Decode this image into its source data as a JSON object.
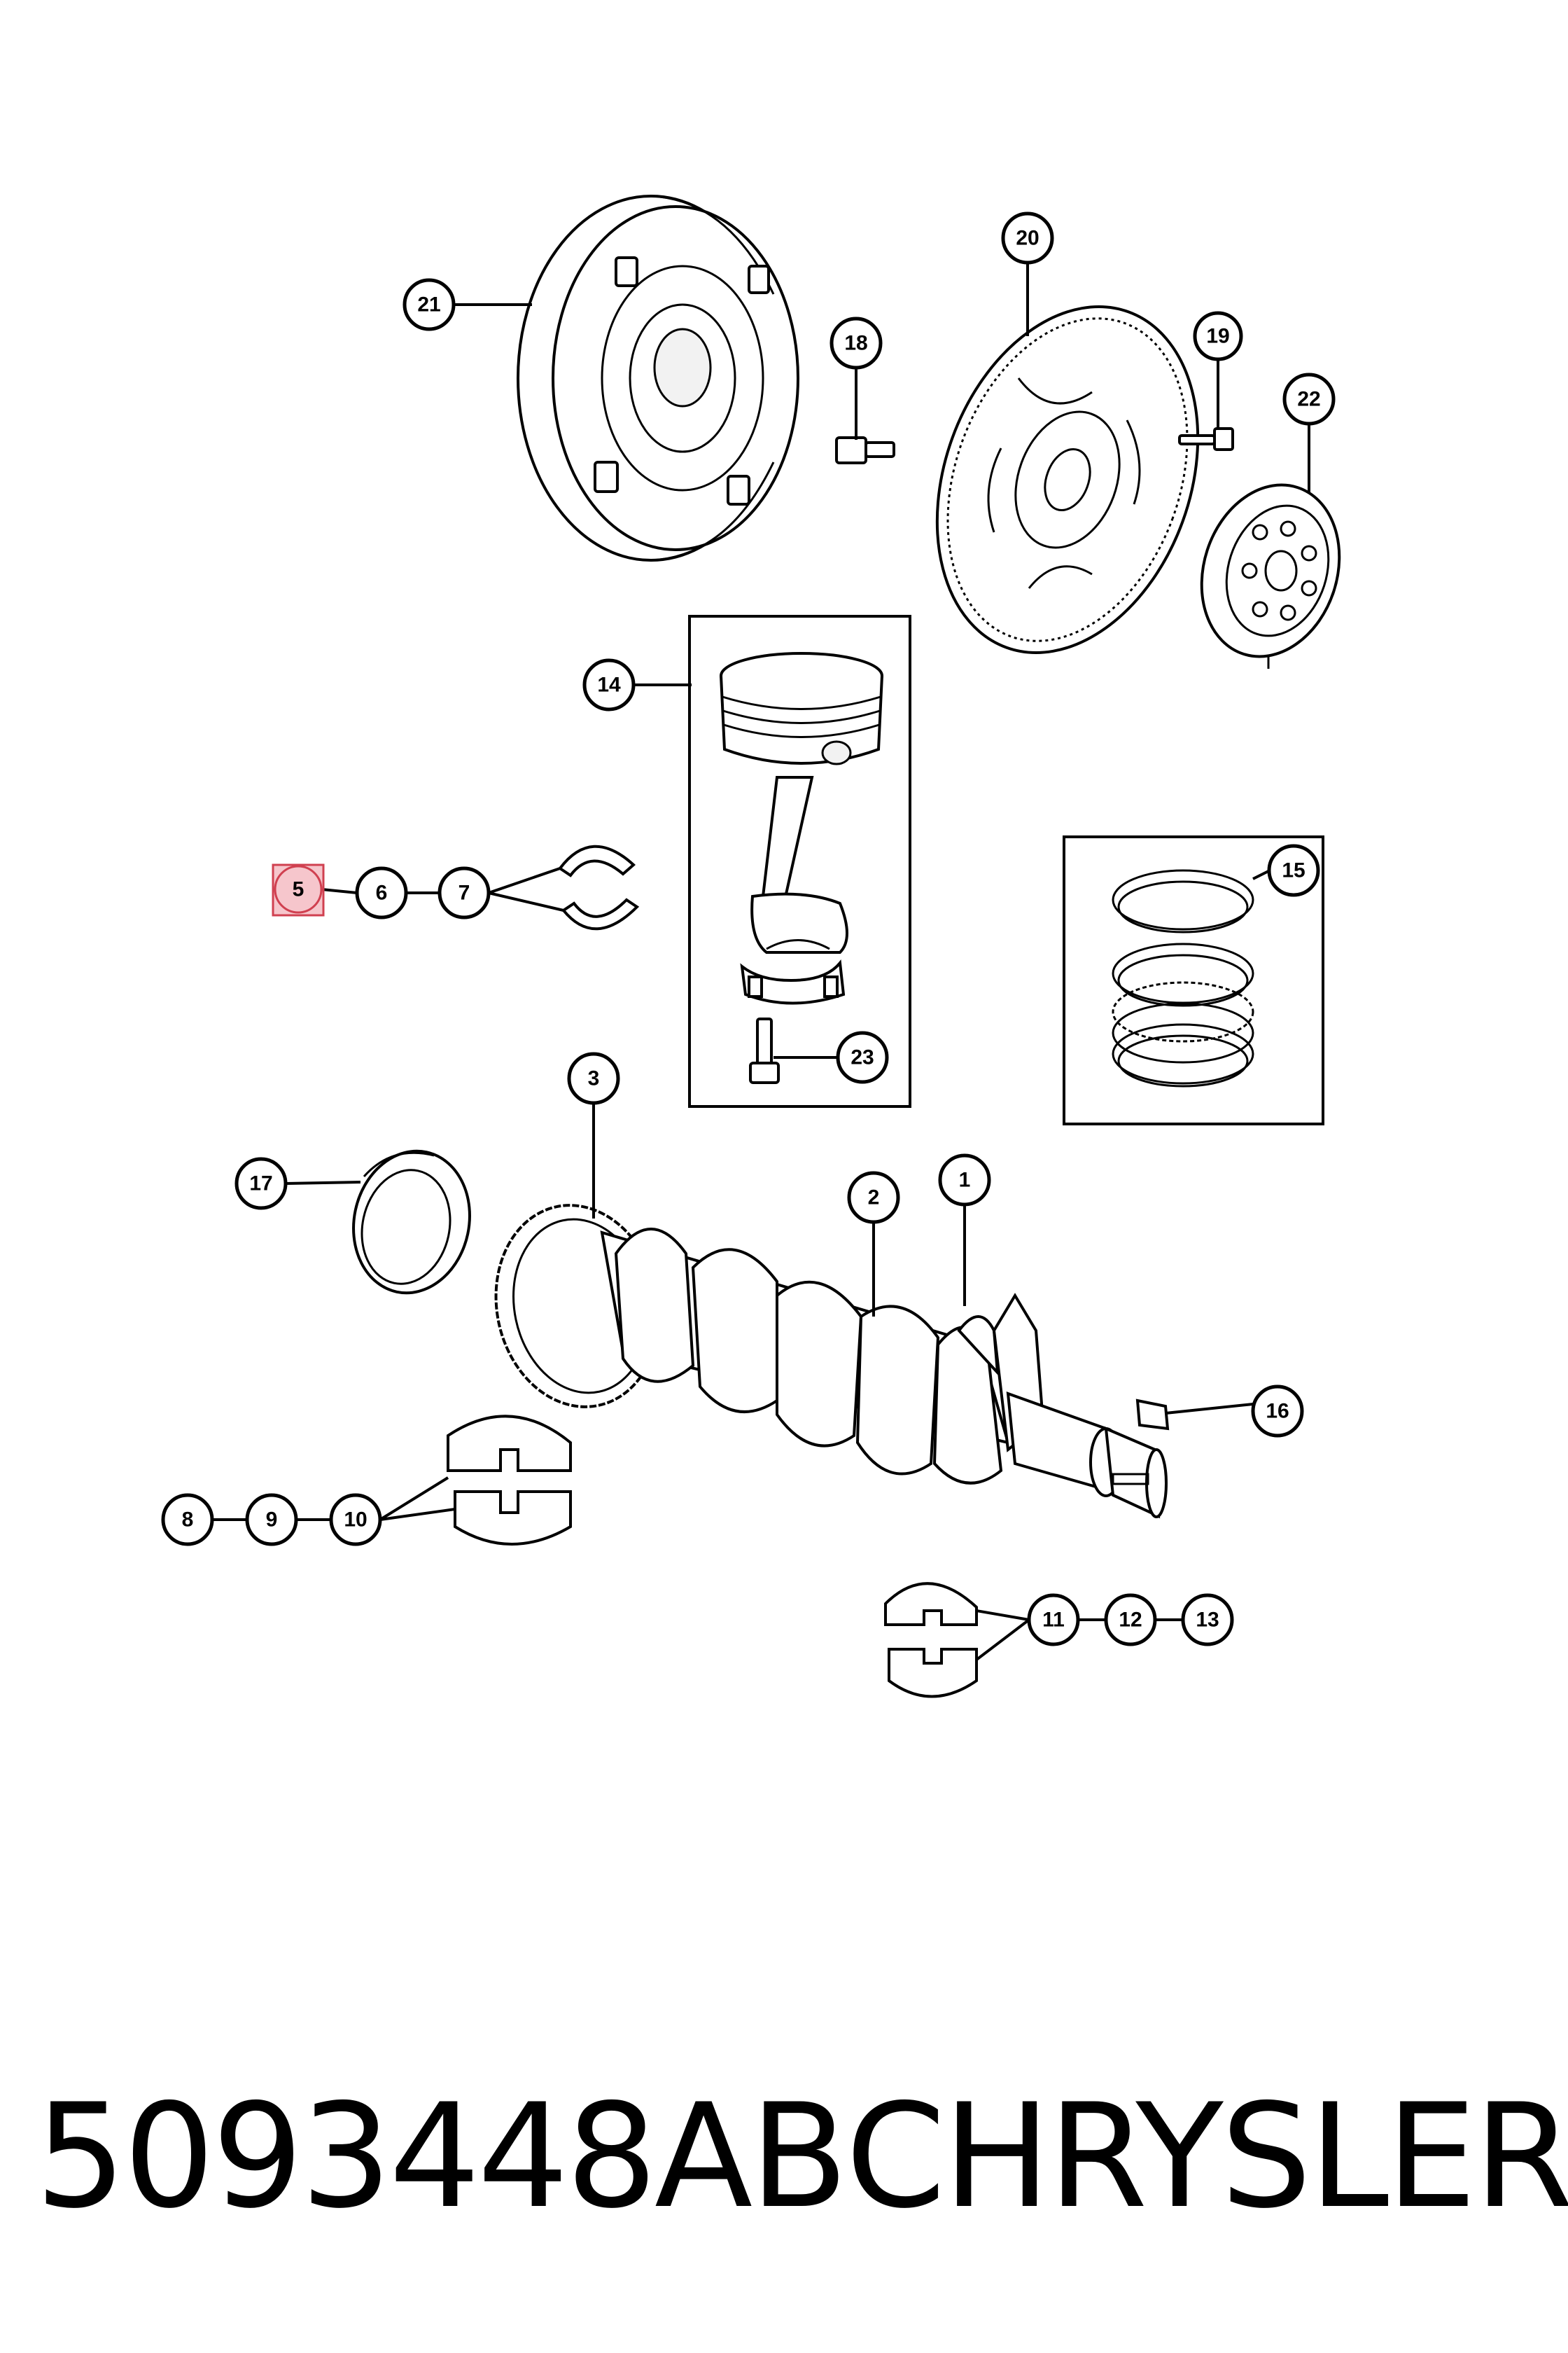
{
  "callouts": {
    "c1": "1",
    "c2": "2",
    "c3": "3",
    "c5": "5",
    "c6": "6",
    "c7": "7",
    "c8": "8",
    "c9": "9",
    "c10": "10",
    "c11": "11",
    "c12": "12",
    "c13": "13",
    "c14": "14",
    "c15": "15",
    "c16": "16",
    "c17": "17",
    "c18": "18",
    "c19": "19",
    "c20": "20",
    "c21": "21",
    "c22": "22",
    "c23": "23"
  },
  "highlighted_callout": "5",
  "caption": {
    "part_number": "5093448AB",
    "brand": "CHRYSLER"
  },
  "colors": {
    "highlight_fill": "#f6c6cc",
    "highlight_stroke": "#d04050"
  }
}
